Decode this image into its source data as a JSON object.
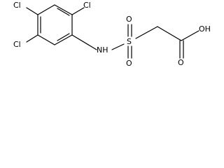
{
  "structure": {
    "atoms": {
      "cl_top": "Cl",
      "cl_left_upper": "Cl",
      "cl_left_lower": "Cl",
      "nh": "NH",
      "s": "S",
      "o_upper": "O",
      "o_lower": "O",
      "o_carbonyl": "O",
      "oh": "OH"
    }
  }
}
